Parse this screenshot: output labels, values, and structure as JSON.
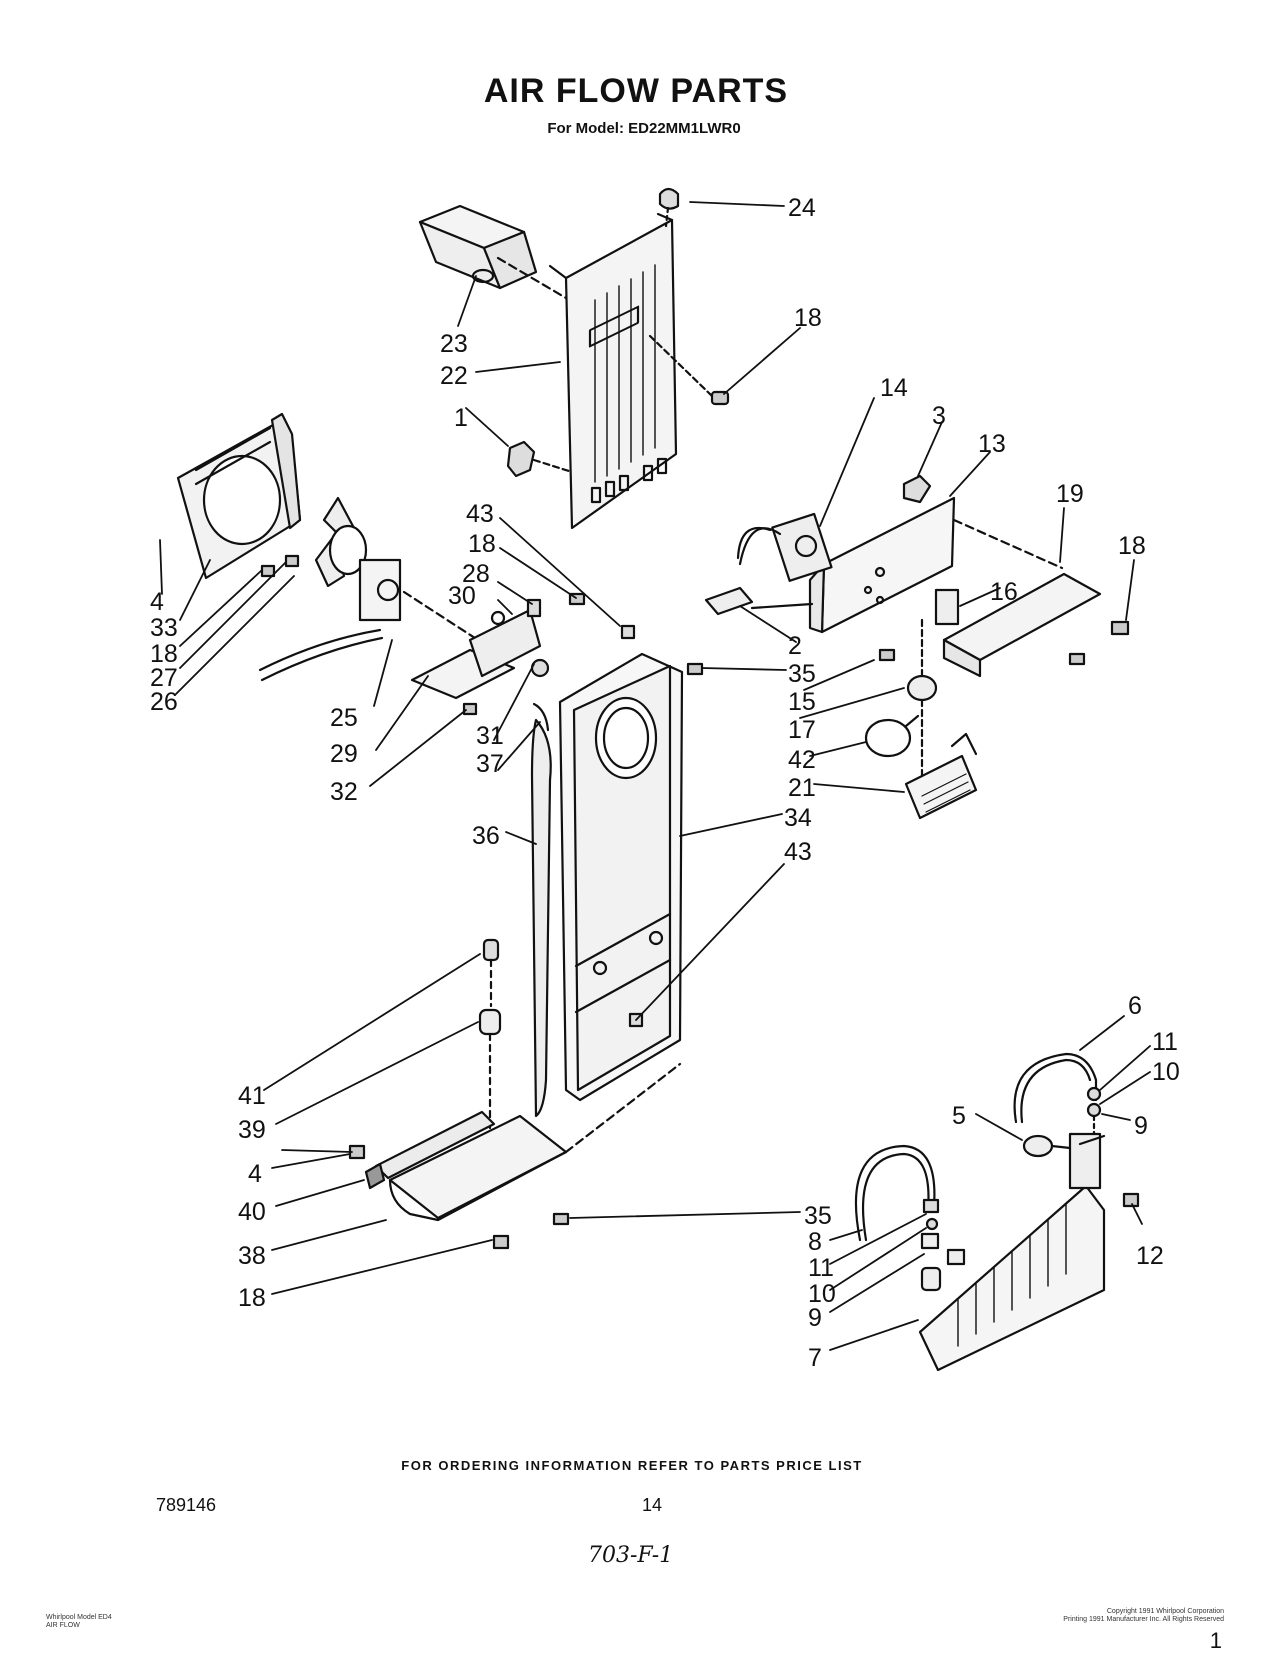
{
  "header": {
    "title": "AIR FLOW PARTS",
    "model_line": "For Model: ED22MM1LWR0"
  },
  "callouts": [
    "24",
    "18",
    "23",
    "22",
    "1",
    "14",
    "3",
    "13",
    "19",
    "18",
    "43",
    "18",
    "28",
    "30",
    "4",
    "33",
    "18",
    "27",
    "26",
    "25",
    "29",
    "32",
    "31",
    "37",
    "16",
    "2",
    "35",
    "15",
    "17",
    "42",
    "21",
    "34",
    "36",
    "43",
    "41",
    "39",
    "4",
    "40",
    "38",
    "18",
    "35",
    "8",
    "11",
    "10",
    "9",
    "7",
    "6",
    "11",
    "10",
    "5",
    "9",
    "12"
  ],
  "footer": {
    "ordering_note": "FOR ORDERING INFORMATION REFER TO PARTS PRICE LIST",
    "doc_number": "789146",
    "page_number": "14",
    "handwritten": "703-F-1",
    "corner_mark": "1"
  },
  "fine_print": {
    "left": [
      "Whirlpool Model ED4",
      "AIR FLOW"
    ],
    "right": [
      "Copyright 1991 Whirlpool Corporation",
      "Printing 1991 Manufacturer Inc. All Rights Reserved"
    ]
  }
}
